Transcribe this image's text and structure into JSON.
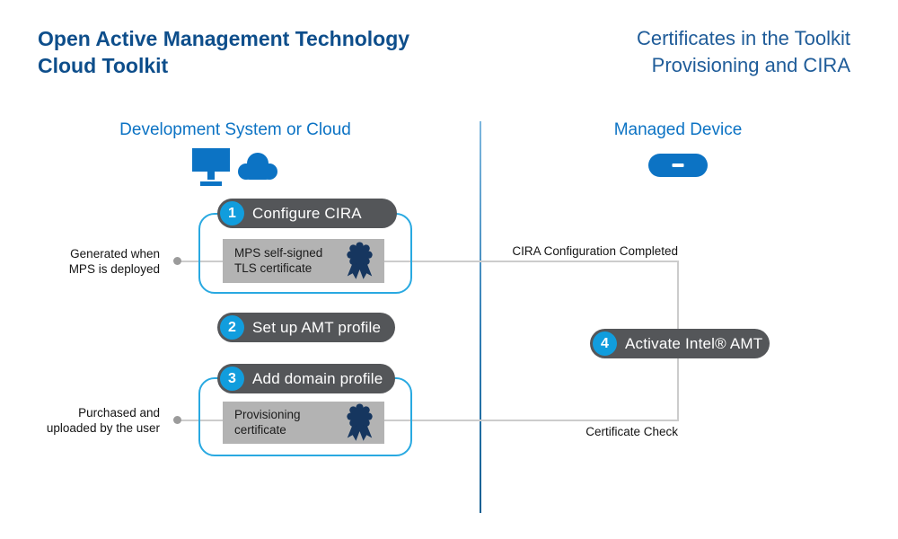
{
  "titles": {
    "left": {
      "line1": "Open Active Management Technology",
      "line2": "Cloud Toolkit"
    },
    "right": {
      "line1": "Certificates in the Toolkit",
      "line2": "Provisioning and CIRA"
    }
  },
  "sections": {
    "left": {
      "label": "Development System or Cloud",
      "icons": [
        "monitor-icon",
        "cloud-icon"
      ]
    },
    "right": {
      "label": "Managed Device",
      "icons": [
        "managed-device-icon"
      ]
    }
  },
  "steps": [
    {
      "number": "1",
      "label": "Configure CIRA"
    },
    {
      "number": "2",
      "label": "Set up AMT profile"
    },
    {
      "number": "3",
      "label": "Add domain profile"
    },
    {
      "number": "4",
      "label": "Activate Intel® AMT"
    }
  ],
  "certificates": [
    {
      "line1": "MPS self-signed",
      "line2": "TLS certificate",
      "icon": "certificate-ribbon-icon",
      "note_line1": "Generated when",
      "note_line2": "MPS is deployed"
    },
    {
      "line1": "Provisioning",
      "line2": "certificate",
      "icon": "certificate-ribbon-icon",
      "note_line1": "Purchased and",
      "note_line2": "uploaded by the user"
    }
  ],
  "flow_labels": {
    "top": "CIRA Configuration Completed",
    "bottom": "Certificate Check"
  },
  "colors": {
    "title_left_blue": "#0e4e8b",
    "title_right_blue": "#1f5c99",
    "section_header_blue": "#0c73c4",
    "icon_blue": "#0c73c4",
    "step_background_gray": "#545659",
    "step_number_blue": "#119ddd",
    "certificate_box_gray": "#b3b3b3",
    "outline_light_blue": "#29a9e1",
    "ribbon_navy": "#16365f",
    "connector_gray": "#cccccc"
  }
}
